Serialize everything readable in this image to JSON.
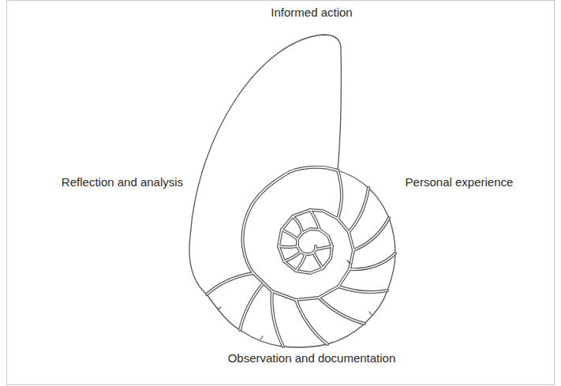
{
  "diagram": {
    "labels": [
      "Informed action",
      "Reflection and analysis",
      "Personal experience",
      "Observation and documentation"
    ]
  }
}
